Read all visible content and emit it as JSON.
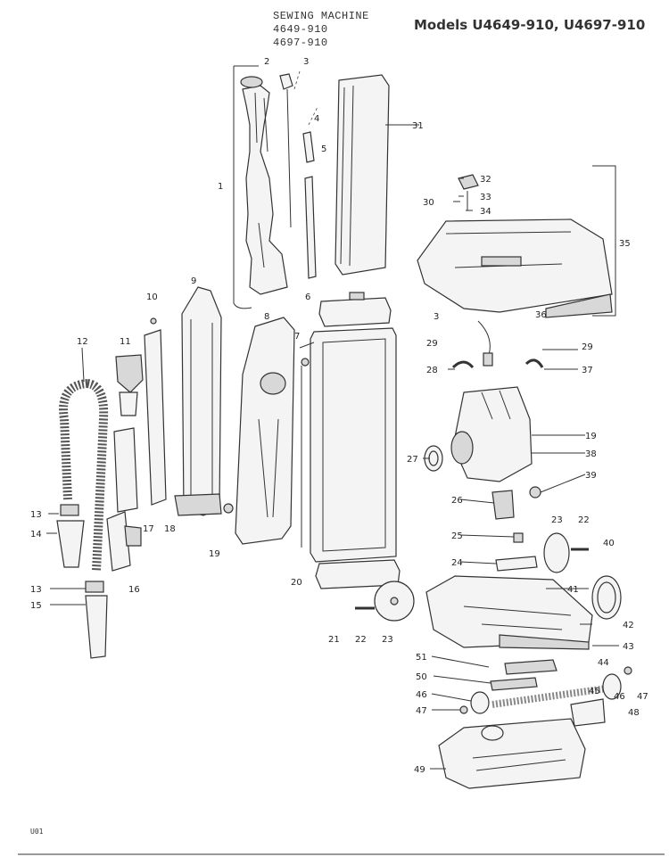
{
  "header": {
    "line1": "SEWING MACHINE",
    "line2": "4649-910",
    "line3": "4697-910",
    "models": "Models U4649-910, U4697-910"
  },
  "footer": {
    "code": "U01"
  },
  "callouts": {
    "c1": "1",
    "c2": "2",
    "c3a": "3",
    "c3b": "3",
    "c4": "4",
    "c5": "5",
    "c6": "6",
    "c7": "7",
    "c8": "8",
    "c9": "9",
    "c10": "10",
    "c11": "11",
    "c12": "12",
    "c13a": "13",
    "c13b": "13",
    "c14": "14",
    "c15": "15",
    "c16": "16",
    "c17": "17",
    "c18": "18",
    "c19a": "19",
    "c19b": "19",
    "c20": "20",
    "c21": "21",
    "c22a": "22",
    "c22b": "22",
    "c23a": "23",
    "c23b": "23",
    "c24": "24",
    "c25": "25",
    "c26": "26",
    "c27": "27",
    "c28": "28",
    "c29a": "29",
    "c29b": "29",
    "c30": "30",
    "c31": "31",
    "c32": "32",
    "c33": "33",
    "c34": "34",
    "c35": "35",
    "c36": "36",
    "c37": "37",
    "c38": "38",
    "c39": "39",
    "c40": "40",
    "c41": "41",
    "c42": "42",
    "c43": "43",
    "c44": "44",
    "c45": "45",
    "c46a": "46",
    "c46b": "46",
    "c47a": "47",
    "c47b": "47",
    "c48": "48",
    "c49": "49",
    "c50": "50",
    "c51": "51"
  },
  "colors": {
    "ink": "#333333",
    "paper": "#ffffff",
    "fill": "#f4f4f4",
    "shade": "#d8d8d8"
  }
}
